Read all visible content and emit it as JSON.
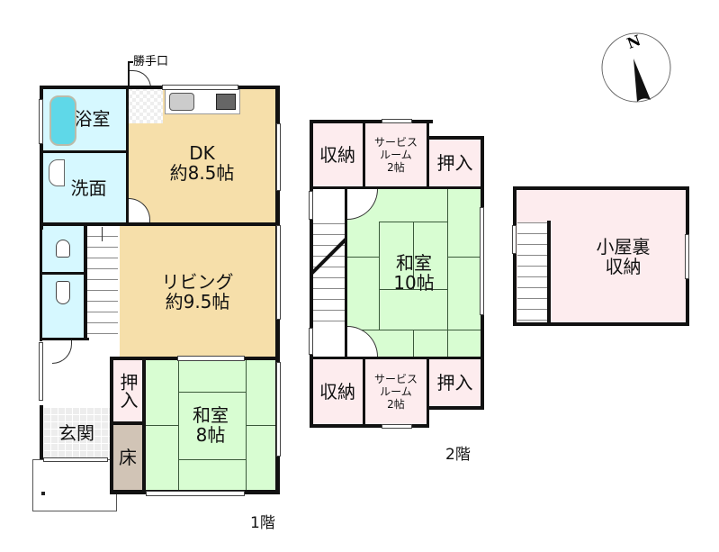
{
  "floor1": {
    "label": "1階",
    "rooms": {
      "bath": "浴室",
      "washroom": "洗面",
      "dk_name": "DK",
      "dk_size": "約8.5帖",
      "living_name": "リビング",
      "living_size": "約9.5帖",
      "washitsu_name": "和室",
      "washitsu_size": "8帖",
      "oshiire": "押入",
      "toko": "床",
      "genkan": "玄関"
    },
    "back_door": "勝手口"
  },
  "floor2": {
    "label": "2階",
    "rooms": {
      "storage_top": "収納",
      "service_top_l1": "サービス",
      "service_top_l2": "ルーム",
      "service_top_l3": "2帖",
      "oshiire_top": "押入",
      "washitsu_name": "和室",
      "washitsu_size": "10帖",
      "storage_bottom": "収納",
      "service_bottom_l1": "サービス",
      "service_bottom_l2": "ルーム",
      "service_bottom_l3": "2帖",
      "oshiire_bottom": "押入"
    }
  },
  "attic": {
    "name_l1": "小屋裏",
    "name_l2": "収納"
  },
  "compass": {
    "north_label": "N"
  },
  "colors": {
    "kitchen_living": "#f6dfaa",
    "wet_area": "#d6f8ff",
    "tatami": "#d8fdd2",
    "storage": "#fdecee",
    "tokonoma": "#d1c4b6",
    "wall": "#111111"
  }
}
